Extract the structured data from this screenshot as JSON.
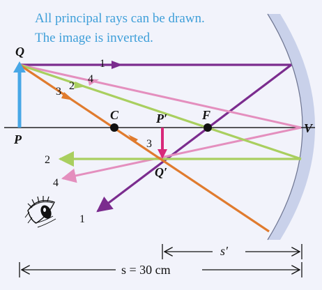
{
  "caption": {
    "line1": "All principal rays can be drawn.",
    "line2": "The image is inverted."
  },
  "points": {
    "Q": "Q",
    "P": "P",
    "C": "C",
    "F": "F",
    "V": "V",
    "P_prime": "P′",
    "Q_prime": "Q′"
  },
  "rays": [
    {
      "id": "1",
      "label": "1",
      "color": "#7b2c8e"
    },
    {
      "id": "2",
      "label": "2",
      "color": "#a9cf5f"
    },
    {
      "id": "3",
      "label": "3",
      "color": "#e07b2e"
    },
    {
      "id": "4",
      "label": "4",
      "color": "#e48fbe"
    }
  ],
  "dimensions": {
    "s": "s = 30 cm",
    "s_prime": "s′"
  },
  "colors": {
    "background": "#f2f3fb",
    "caption": "#3f9fd9",
    "object_arrow": "#48a7e6",
    "image_arrow": "#d8287a",
    "mirror": "#c9d1ea",
    "axis": "#222222"
  },
  "icons": {
    "eye": "eye-icon"
  }
}
